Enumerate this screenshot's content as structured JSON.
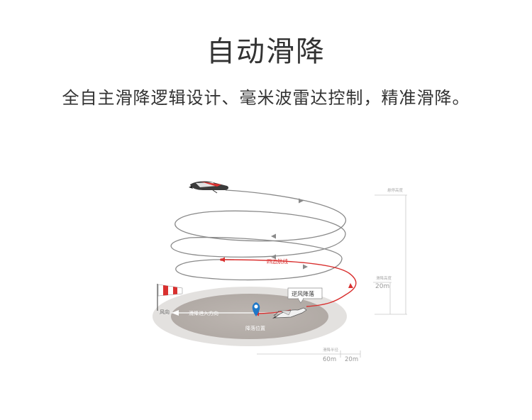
{
  "heading": {
    "title": "自动滑降",
    "subtitle": "全自主滑降逻辑设计、毫米波雷达控制，精准滑降。"
  },
  "diagram": {
    "labels": {
      "route": "四边航线",
      "upwind": "逆风降落",
      "wind": "风向",
      "approach": "滑降进入方向",
      "landing_position": "降落位置",
      "takeoff_height": "悬停高度",
      "glide_height": "滑降高度",
      "glide_height_value": "20m",
      "radius": "滑降半径",
      "radius_value": "60m",
      "radius_value_2": "20m"
    },
    "colors": {
      "route_red": "#d9302f",
      "spiral_gray": "#8a8a8a",
      "pin_blue": "#1f78c8"
    },
    "icons": [
      "drone-icon",
      "windsock-icon",
      "location-pin-icon"
    ]
  }
}
